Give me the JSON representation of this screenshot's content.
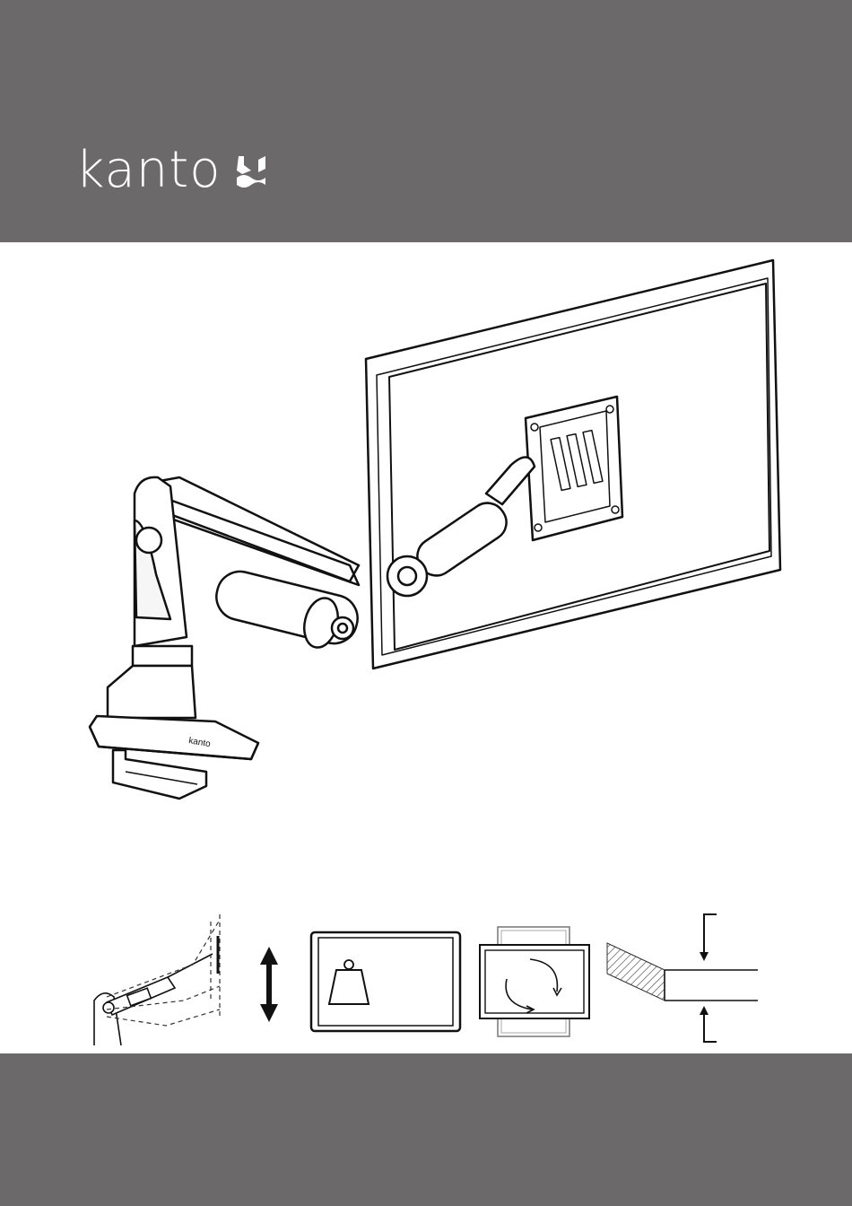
{
  "brand": {
    "name": "kanto",
    "base_label": "kanto",
    "band_color": "#6b696a",
    "logo_color": "#ffffff"
  },
  "hero": {
    "icon": "monitor-arm-illustration"
  },
  "features": [
    {
      "icon": "arm-motion-range-icon"
    },
    {
      "icon": "height-adjust-arrow-icon"
    },
    {
      "icon": "weight-capacity-icon"
    },
    {
      "icon": "rotation-icon"
    },
    {
      "icon": "desk-thickness-icon"
    }
  ]
}
